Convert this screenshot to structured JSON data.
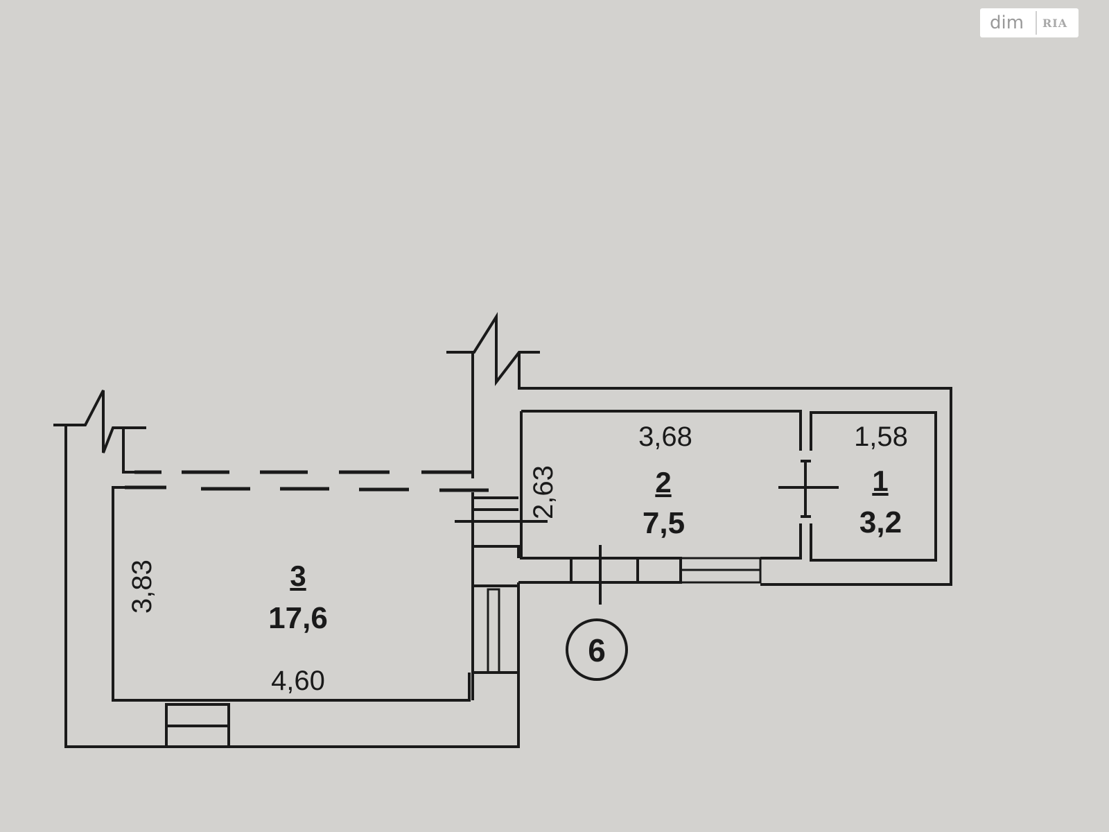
{
  "logo": {
    "dim": "dim",
    "ria": "RIA"
  },
  "rooms": [
    {
      "number": "1",
      "area": "3,2",
      "width": "1,58"
    },
    {
      "number": "2",
      "area": "7,5",
      "width": "3,68",
      "depth": "2,63"
    },
    {
      "number": "3",
      "area": "17,6",
      "width": "4,60",
      "depth": "3,83"
    }
  ],
  "apartment_marker": "6",
  "colors": {
    "paper": "#d3d2cf",
    "lines": "#1a1a1a"
  }
}
